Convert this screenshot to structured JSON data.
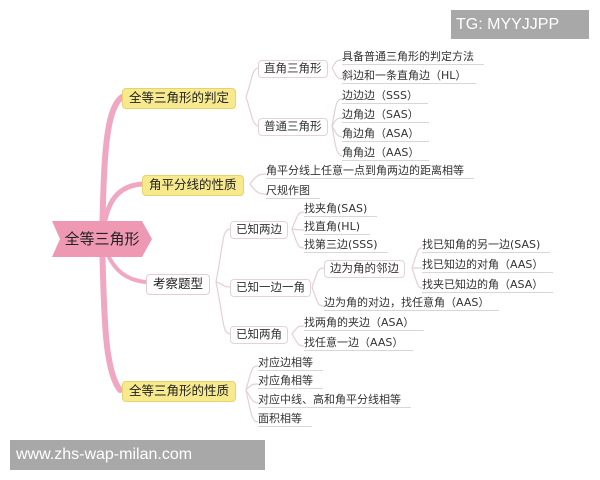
{
  "watermarks": {
    "top_right": "TG: MYYJJPP",
    "bottom_left": "www.zhs-wap-milan.com"
  },
  "colors": {
    "central_fill": "#ee98b4",
    "main_fill": "#f7e98e",
    "branch_line": "#f0a8c2",
    "leaf_line": "#e5cfd6",
    "watermark_bg": "#a8a8a8"
  },
  "mindmap": {
    "central": "全等三角形",
    "branches": [
      {
        "label": "全等三角形的判定",
        "children": [
          {
            "label": "直角三角形",
            "children": [
              "具备普通三角形的判定方法",
              "斜边和一条直角边（HL）"
            ]
          },
          {
            "label": "普通三角形",
            "children": [
              "边边边（SSS）",
              "边角边（SAS）",
              "角边角（ASA）",
              "角角边（AAS）"
            ]
          }
        ]
      },
      {
        "label": "角平分线的性质",
        "children": [
          "角平分线上任意一点到角两边的距离相等",
          "尺规作图"
        ]
      },
      {
        "label": "考察题型",
        "children": [
          {
            "label": "已知两边",
            "children": [
              "找夹角(SAS)",
              "找直角(HL)",
              "找第三边(SSS)"
            ]
          },
          {
            "label": "已知一边一角",
            "children": [
              {
                "label": "边为角的邻边",
                "children": [
                  "找已知角的另一边(SAS)",
                  "找已知边的对角（AAS）",
                  "找夹已知边的角（ASA）"
                ]
              },
              {
                "label": "边为角的对边，找任意角（AAS）"
              }
            ]
          },
          {
            "label": "已知两角",
            "children": [
              "找两角的夹边（ASA）",
              "找任意一边（AAS）"
            ]
          }
        ]
      },
      {
        "label": "全等三角形的性质",
        "children": [
          "对应边相等",
          "对应角相等",
          "对应中线、高和角平分线相等",
          "面积相等"
        ]
      }
    ]
  }
}
